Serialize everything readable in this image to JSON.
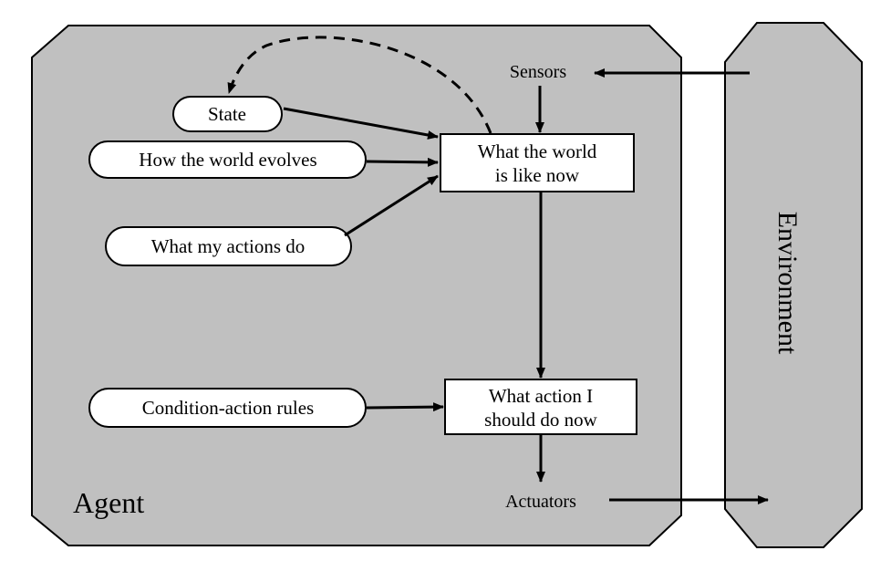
{
  "colors": {
    "panel_fill": "#c0c0c0",
    "stroke": "#000000",
    "box_fill": "#ffffff"
  },
  "agent": {
    "label": "Agent"
  },
  "environment": {
    "label": "Environment"
  },
  "nodes": {
    "sensors": "Sensors",
    "actuators": "Actuators",
    "state": "State",
    "how_world_evolves": "How the world evolves",
    "what_my_actions_do": "What my actions do",
    "condition_action_rules": "Condition-action rules",
    "world_now_line1": "What the world",
    "world_now_line2": "is like now",
    "action_now_line1": "What action I",
    "action_now_line2": "should do now"
  }
}
